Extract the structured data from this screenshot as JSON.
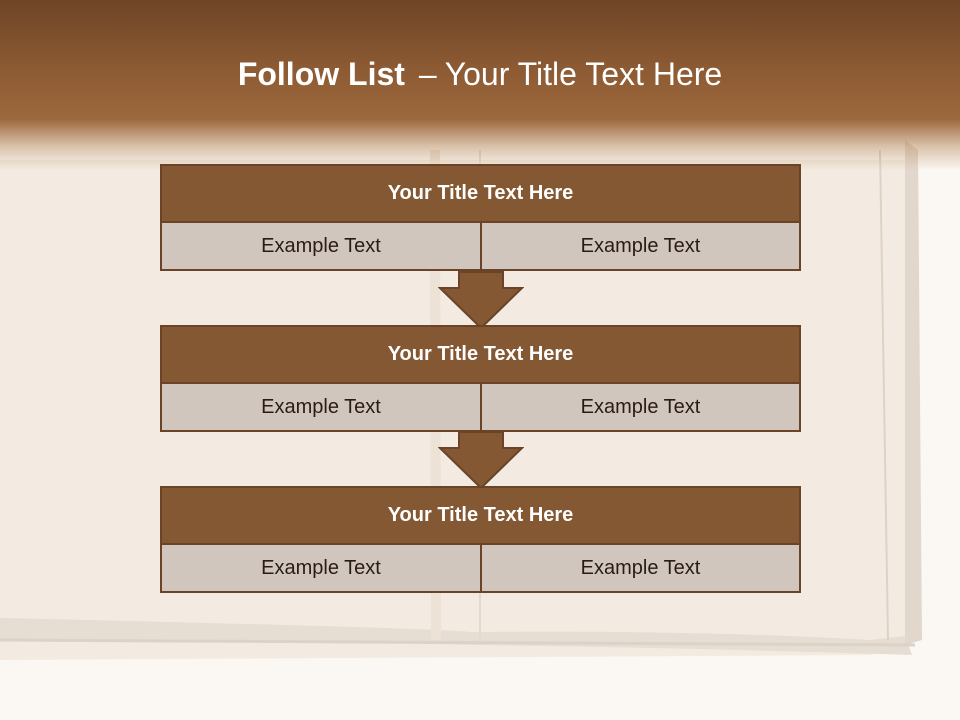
{
  "slide": {
    "title_bold": "Follow List",
    "title_separator": "–",
    "title_rest": "Your Title Text Here"
  },
  "blocks": [
    {
      "title": "Your Title Text Here",
      "left": "Example Text",
      "right": "Example Text"
    },
    {
      "title": "Your Title Text Here",
      "left": "Example Text",
      "right": "Example Text"
    },
    {
      "title": "Your Title Text Here",
      "left": "Example Text",
      "right": "Example Text"
    }
  ],
  "colors": {
    "header_brown": "#8c5a33",
    "block_title_bg": "#845833",
    "block_cell_bg": "#d1c6bd",
    "arrow_fill": "#845833",
    "border": "#6b4428"
  },
  "icons": [
    "down-arrow-icon",
    "down-arrow-icon"
  ]
}
